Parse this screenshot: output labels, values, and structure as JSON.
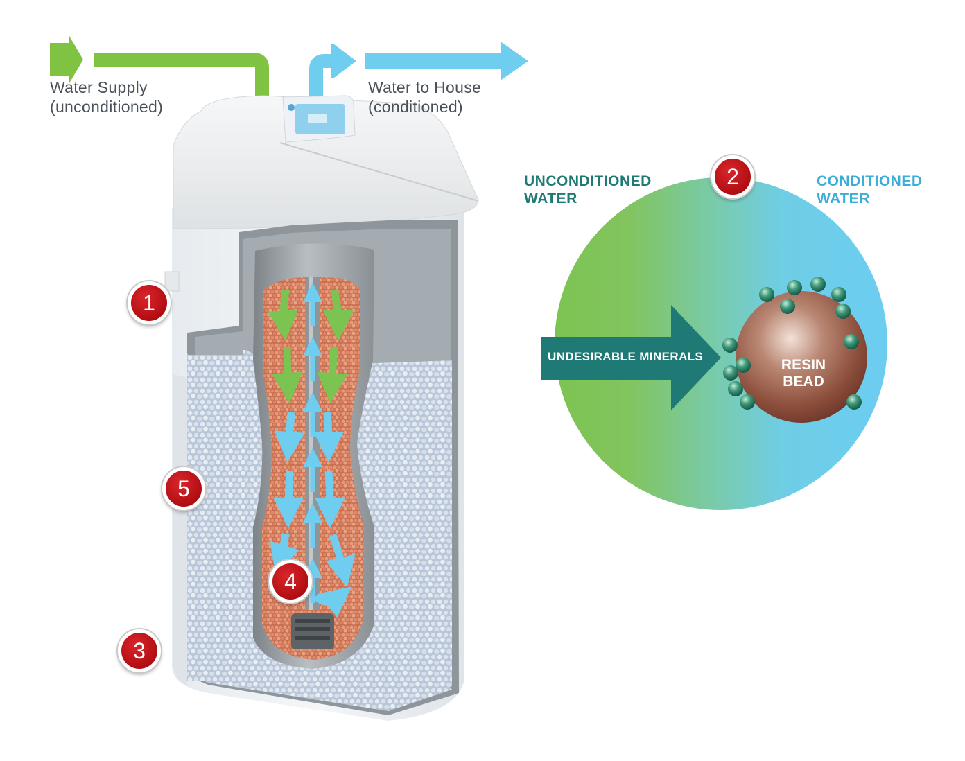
{
  "labels": {
    "supply_line1": "Water Supply",
    "supply_line2": "(unconditioned)",
    "house_line1": "Water to House",
    "house_line2": "(conditioned)"
  },
  "zones": {
    "unconditioned_line1": "UNCONDITIONED",
    "unconditioned_line2": "WATER",
    "conditioned_line1": "CONDITIONED",
    "conditioned_line2": "WATER"
  },
  "callouts": [
    "1",
    "2",
    "3",
    "4",
    "5"
  ],
  "arrow_label": "UNDESIRABLE MINERALS",
  "bead_label_line1": "RESIN",
  "bead_label_line2": "BEAD",
  "colors": {
    "supply_green": "#80c342",
    "house_blue": "#6fcdf0",
    "teal": "#1f7a76",
    "callout_red": "#c1121a",
    "resin": "#d07e5c",
    "salt": "#c7d2e2"
  }
}
